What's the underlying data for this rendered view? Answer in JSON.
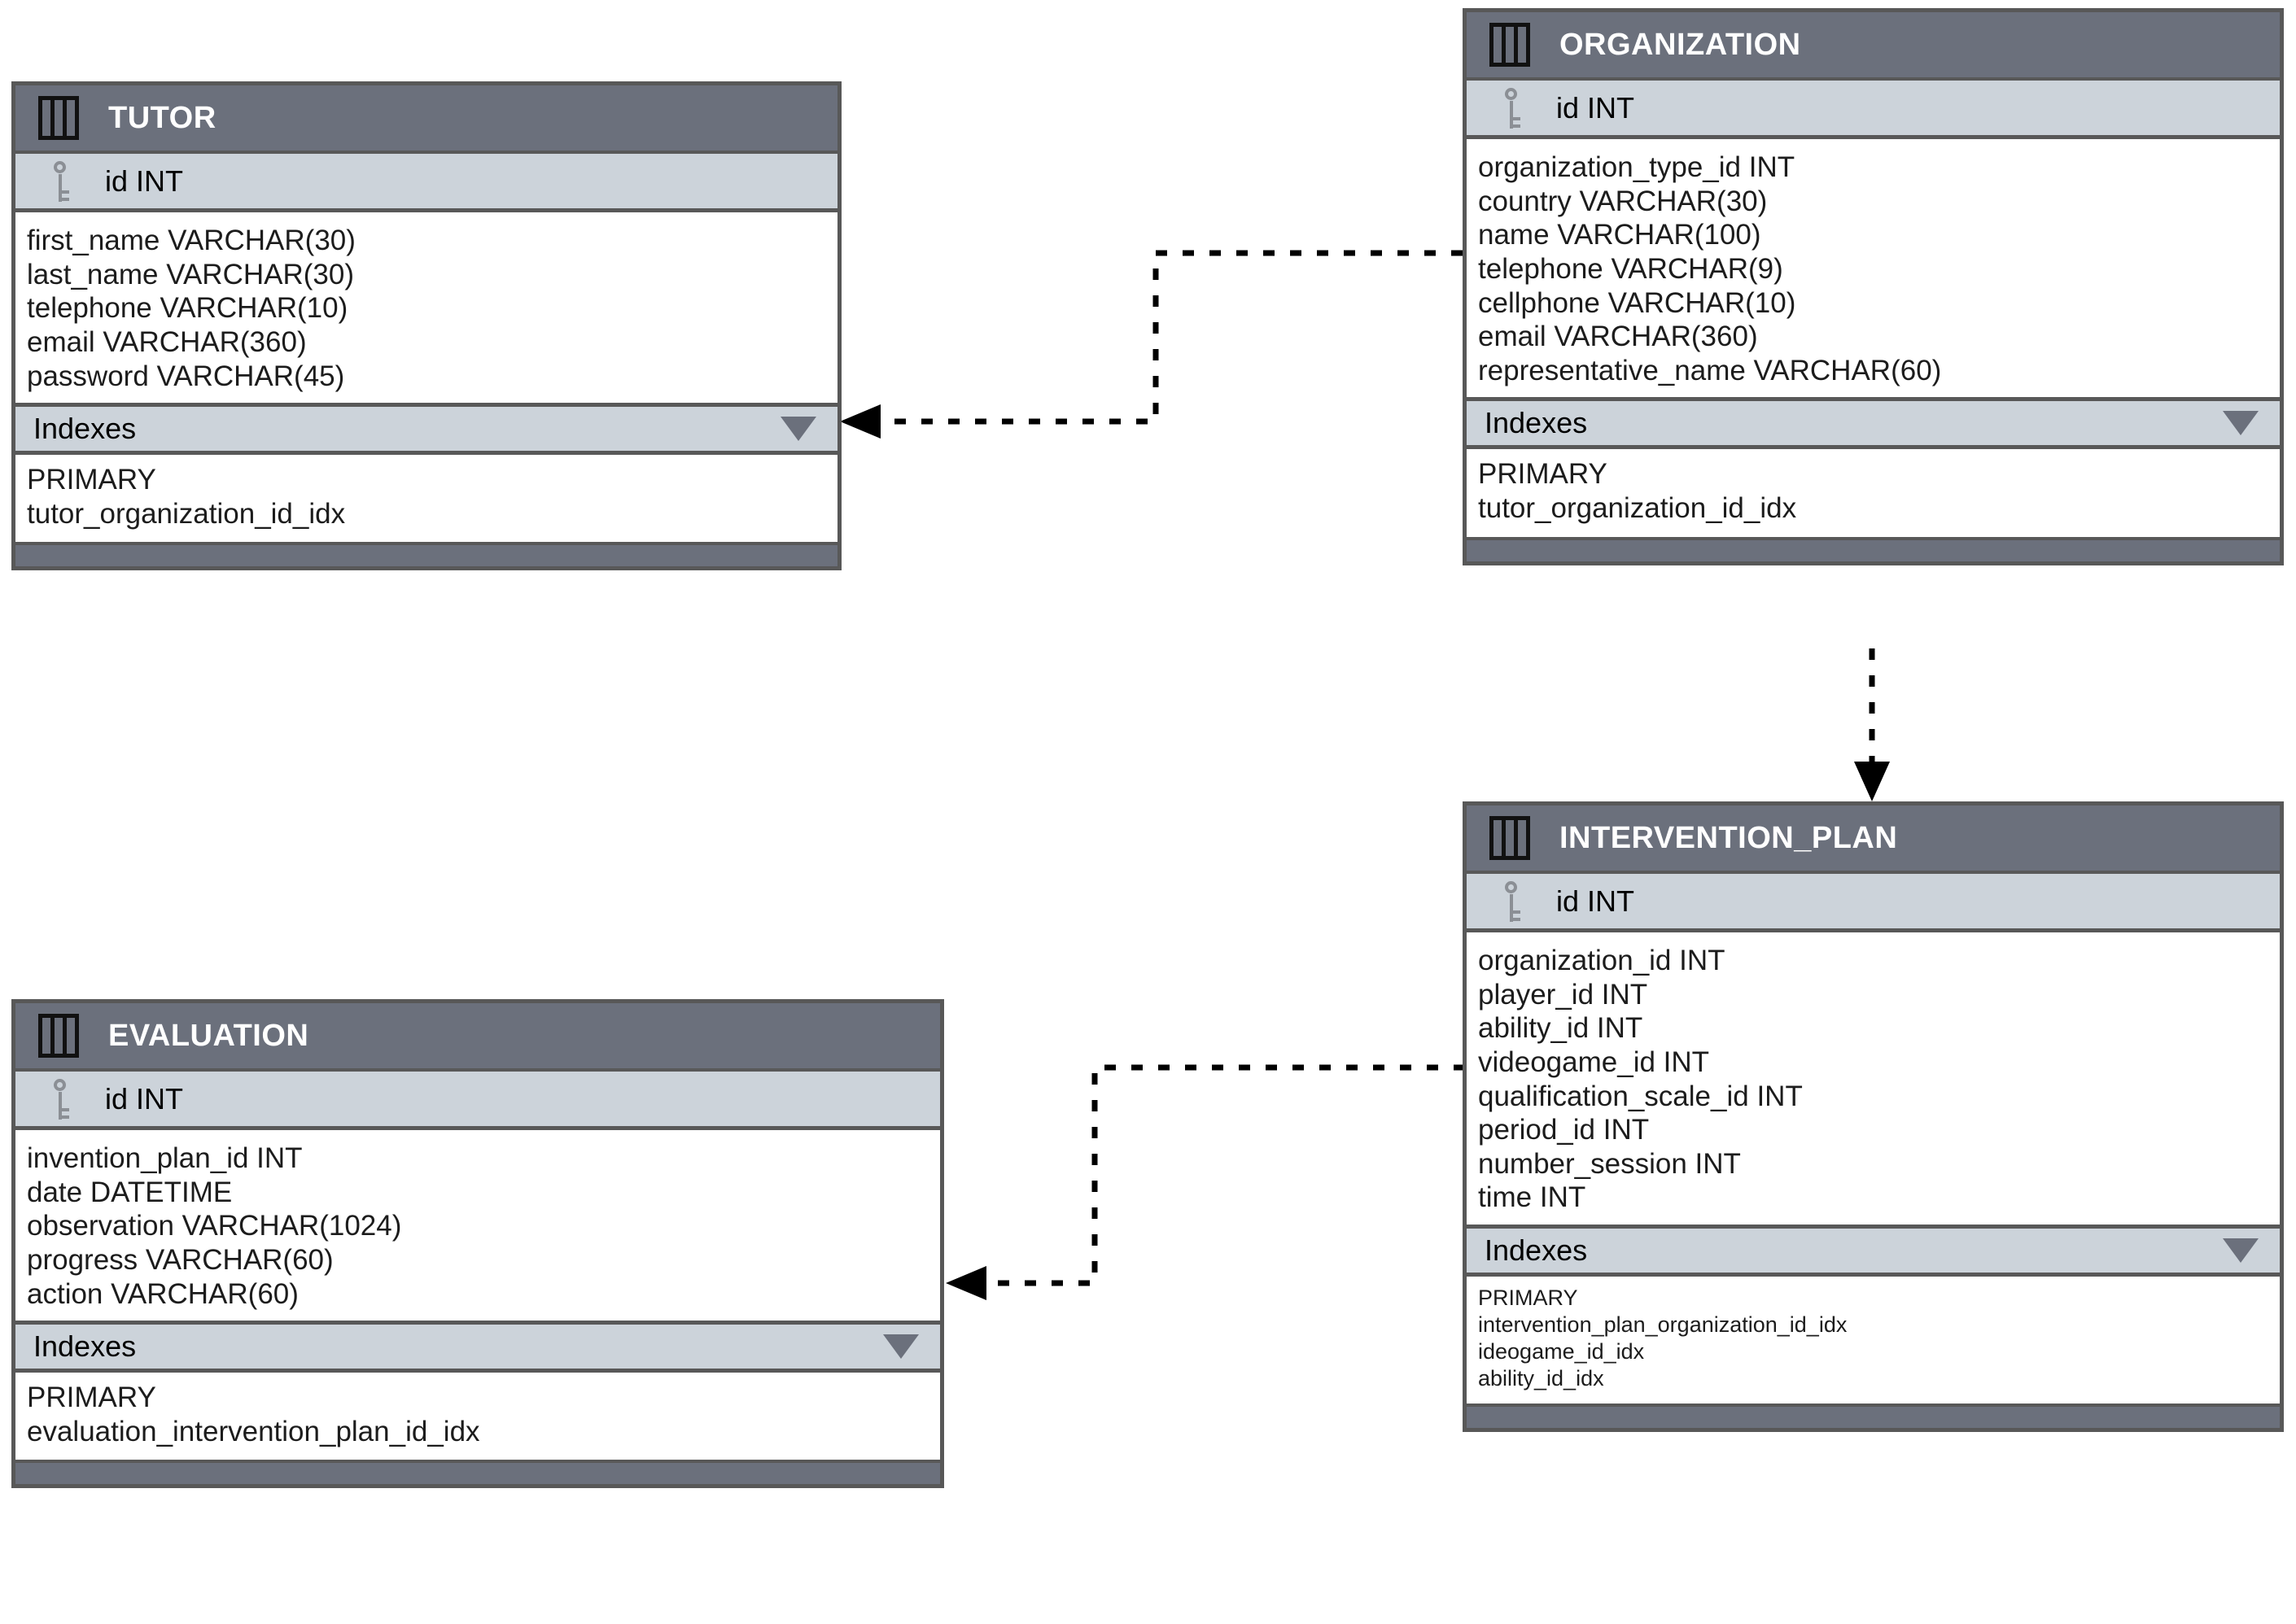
{
  "diagram": {
    "title": "ER Diagram",
    "background_color": "#ffffff",
    "header_color": "#6b707c",
    "pk_row_color": "#ccd3da",
    "border_color": "#585858",
    "connector_color": "#000000"
  },
  "icons": {
    "table": "table-icon",
    "primary_key": "key-icon",
    "collapse": "chevron-down-icon"
  },
  "labels": {
    "indexes": "Indexes"
  },
  "entities": [
    {
      "name": "TUTOR",
      "primary_key": "id INT",
      "columns": [
        "first_name VARCHAR(30)",
        "last_name VARCHAR(30)",
        "telephone VARCHAR(10)",
        "email VARCHAR(360)",
        "password VARCHAR(45)"
      ],
      "indexes": [
        "PRIMARY",
        "tutor_organization_id_idx"
      ]
    },
    {
      "name": "ORGANIZATION",
      "primary_key": "id INT",
      "columns": [
        "organization_type_id INT",
        "country VARCHAR(30)",
        "name VARCHAR(100)",
        "telephone VARCHAR(9)",
        "cellphone VARCHAR(10)",
        "email VARCHAR(360)",
        "representative_name VARCHAR(60)"
      ],
      "indexes": [
        "PRIMARY",
        "tutor_organization_id_idx"
      ]
    },
    {
      "name": "INTERVENTION_PLAN",
      "primary_key": "id INT",
      "columns": [
        "organization_id INT",
        "player_id INT",
        "ability_id INT",
        "videogame_id INT",
        "qualification_scale_id INT",
        "period_id INT",
        "number_session INT",
        "time INT"
      ],
      "indexes": [
        "PRIMARY",
        "intervention_plan_organization_id_idx",
        "ideogame_id_idx",
        "ability_id_idx"
      ]
    },
    {
      "name": "EVALUATION",
      "primary_key": "id INT",
      "columns": [
        "invention_plan_id INT",
        "date DATETIME",
        "observation VARCHAR(1024)",
        "progress VARCHAR(60)",
        "action VARCHAR(60)"
      ],
      "indexes": [
        "PRIMARY",
        "evaluation_intervention_plan_id_idx"
      ]
    }
  ],
  "relationships": [
    {
      "from": "ORGANIZATION",
      "to": "TUTOR",
      "style": "dotted",
      "arrow": "left"
    },
    {
      "from": "ORGANIZATION",
      "to": "INTERVENTION_PLAN",
      "style": "dotted",
      "arrow": "down"
    },
    {
      "from": "INTERVENTION_PLAN",
      "to": "EVALUATION",
      "style": "dotted",
      "arrow": "left"
    }
  ]
}
